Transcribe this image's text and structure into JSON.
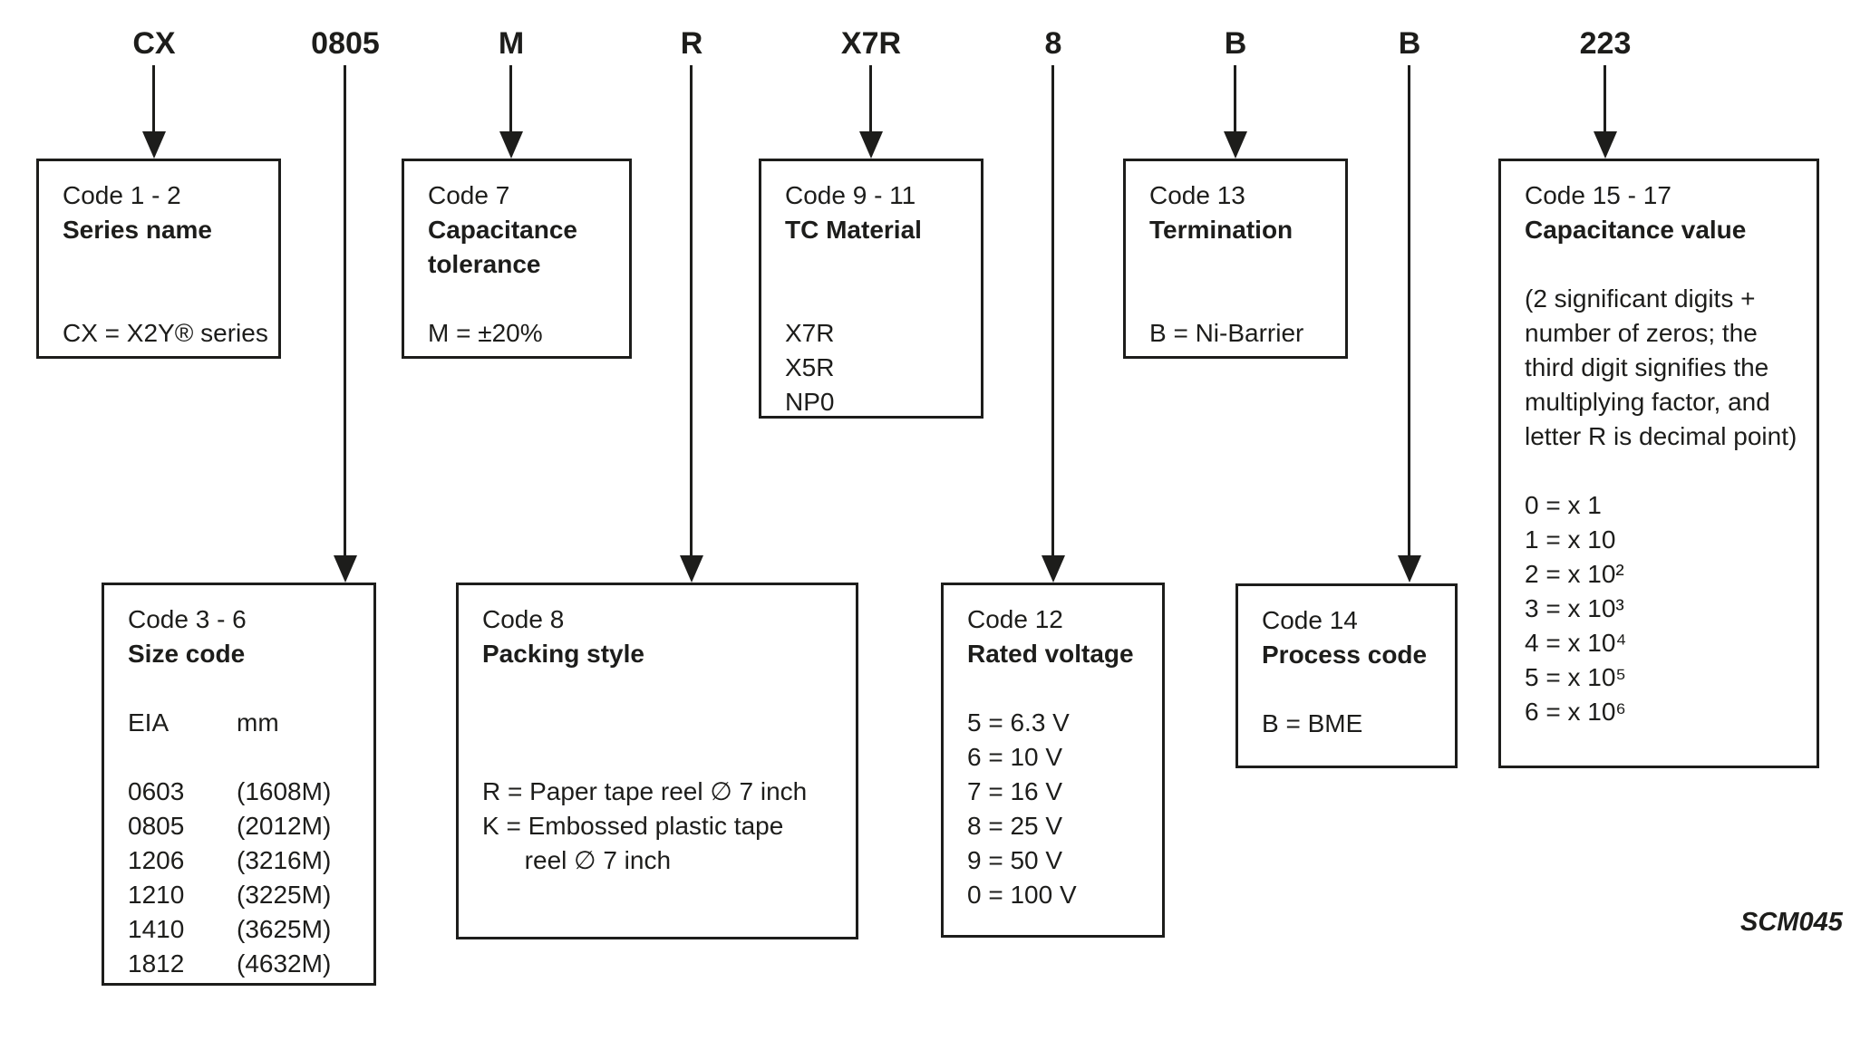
{
  "colors": {
    "ink": "#1d1d1b",
    "background": "#ffffff"
  },
  "part_number": {
    "segments": [
      "CX",
      "0805",
      "M",
      "R",
      "X7R",
      "8",
      "B",
      "B",
      "223"
    ]
  },
  "boxes": {
    "series": {
      "lines": [
        "Code 1 - 2",
        "Series name",
        "",
        "",
        "CX = X2Y® series"
      ]
    },
    "tolerance": {
      "lines": [
        "Code 7",
        "Capacitance",
        "tolerance",
        "",
        "M = ±20%"
      ]
    },
    "tc_material": {
      "lines": [
        "Code 9 - 11",
        "TC Material",
        "",
        "",
        "X7R",
        "X5R",
        "NP0"
      ]
    },
    "termination": {
      "lines": [
        "Code 13",
        "Termination",
        "",
        "",
        "B = Ni-Barrier"
      ]
    },
    "capacitance_value": {
      "lines": [
        "Code 15 - 17",
        "Capacitance value",
        "",
        "(2 significant digits +",
        "number of zeros; the",
        "third digit signifies the",
        "multiplying factor, and",
        "letter R is decimal point)",
        "",
        "0 = x 1",
        "1 = x 10",
        "2 = x 10²",
        "3 = x 10³",
        "4 = x 10⁴",
        "5 = x 10⁵",
        "6 = x 10⁶"
      ]
    },
    "size_code": {
      "lines": [
        "Code 3 - 6",
        "Size code",
        ""
      ],
      "rows": [
        [
          "EIA",
          "mm"
        ],
        [
          "",
          ""
        ],
        [
          "0603",
          "(1608M)"
        ],
        [
          "0805",
          "(2012M)"
        ],
        [
          "1206",
          "(3216M)"
        ],
        [
          "1210",
          "(3225M)"
        ],
        [
          "1410",
          "(3625M)"
        ],
        [
          "1812",
          "(4632M)"
        ]
      ]
    },
    "packing": {
      "lines": [
        "Code 8",
        "Packing style",
        "",
        "",
        "",
        "R = Paper tape reel ∅ 7 inch",
        "K = Embossed plastic tape",
        "      reel ∅ 7 inch"
      ]
    },
    "voltage": {
      "lines": [
        "Code 12",
        "Rated voltage",
        "",
        "5 = 6.3 V",
        "6 = 10 V",
        "7 = 16 V",
        "8 = 25 V",
        "9 = 50 V",
        "0 = 100 V"
      ]
    },
    "process": {
      "lines": [
        "Code 14",
        "Process code",
        "",
        "B = BME"
      ]
    }
  },
  "footer": {
    "doc_ref": "SCM045"
  }
}
